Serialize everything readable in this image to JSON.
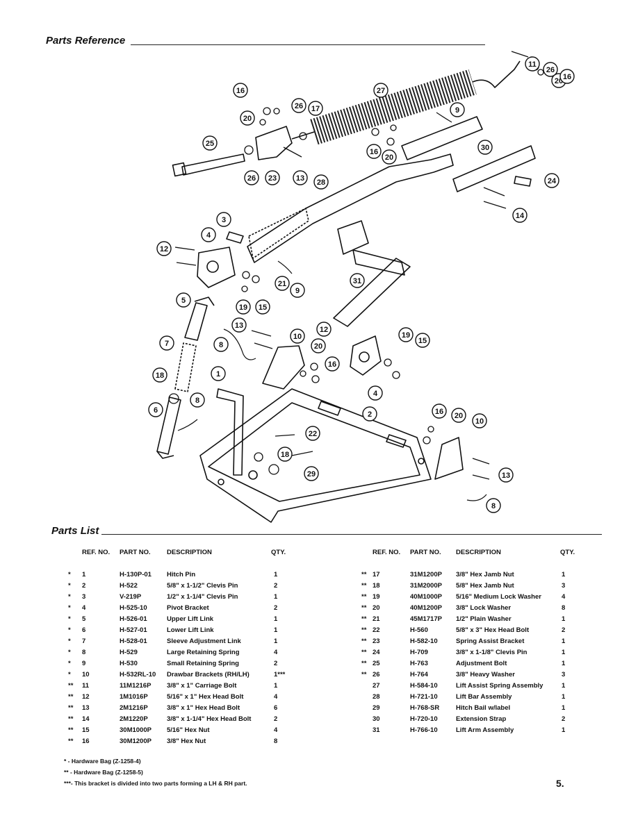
{
  "headings": {
    "reference": "Parts Reference",
    "list": "Parts List"
  },
  "columns": {
    "ref": "REF. NO.",
    "part": "PART NO.",
    "desc": "DESCRIPTION",
    "qty": "QTY."
  },
  "callouts": [
    "11",
    "26",
    "20",
    "16",
    "16",
    "26",
    "17",
    "20",
    "27",
    "9",
    "25",
    "16",
    "20",
    "30",
    "26",
    "23",
    "13",
    "28",
    "24",
    "14",
    "3",
    "4",
    "12",
    "21",
    "9",
    "31",
    "5",
    "19",
    "15",
    "13",
    "10",
    "20",
    "12",
    "19",
    "15",
    "8",
    "7",
    "16",
    "4",
    "18",
    "1",
    "6",
    "8",
    "2",
    "22",
    "18",
    "16",
    "20",
    "10",
    "29",
    "13",
    "8"
  ],
  "parts_left": [
    {
      "mark": "*",
      "ref": "1",
      "part": "H-130P-01",
      "desc": "Hitch Pin",
      "qty": "1"
    },
    {
      "mark": "*",
      "ref": "2",
      "part": "H-522",
      "desc": "5/8\" x 1-1/2\" Clevis Pin",
      "qty": "2"
    },
    {
      "mark": "*",
      "ref": "3",
      "part": "V-219P",
      "desc": "1/2\" x 1-1/4\" Clevis Pin",
      "qty": "1"
    },
    {
      "mark": "*",
      "ref": "4",
      "part": "H-525-10",
      "desc": "Pivot Bracket",
      "qty": "2"
    },
    {
      "mark": "*",
      "ref": "5",
      "part": "H-526-01",
      "desc": "Upper Lift Link",
      "qty": "1"
    },
    {
      "mark": "*",
      "ref": "6",
      "part": "H-527-01",
      "desc": "Lower Lift Link",
      "qty": "1"
    },
    {
      "mark": "*",
      "ref": "7",
      "part": "H-528-01",
      "desc": "Sleeve Adjustment Link",
      "qty": "1"
    },
    {
      "mark": "*",
      "ref": "8",
      "part": "H-529",
      "desc": "Large Retaining Spring",
      "qty": "4"
    },
    {
      "mark": "*",
      "ref": "9",
      "part": "H-530",
      "desc": "Small Retaining Spring",
      "qty": "2"
    },
    {
      "mark": "*",
      "ref": "10",
      "part": "H-532RL-10",
      "desc": "Drawbar Brackets (RH/LH)",
      "qty": "1***"
    },
    {
      "mark": "**",
      "ref": "11",
      "part": "11M1216P",
      "desc": "3/8\" x 1\" Carriage Bolt",
      "qty": "1"
    },
    {
      "mark": "**",
      "ref": "12",
      "part": "1M1016P",
      "desc": "5/16\" x 1\" Hex Head Bolt",
      "qty": "4"
    },
    {
      "mark": "**",
      "ref": "13",
      "part": "2M1216P",
      "desc": "3/8\" x 1\" Hex Head Bolt",
      "qty": "6"
    },
    {
      "mark": "**",
      "ref": "14",
      "part": "2M1220P",
      "desc": "3/8\" x 1-1/4\" Hex Head Bolt",
      "qty": "2"
    },
    {
      "mark": "**",
      "ref": "15",
      "part": "30M1000P",
      "desc": "5/16\" Hex Nut",
      "qty": "4"
    },
    {
      "mark": "**",
      "ref": "16",
      "part": "30M1200P",
      "desc": "3/8\" Hex Nut",
      "qty": "8"
    }
  ],
  "parts_right": [
    {
      "mark": "**",
      "ref": "17",
      "part": "31M1200P",
      "desc": "3/8\" Hex Jamb Nut",
      "qty": "1"
    },
    {
      "mark": "**",
      "ref": "18",
      "part": "31M2000P",
      "desc": "5/8\" Hex Jamb Nut",
      "qty": "3"
    },
    {
      "mark": "**",
      "ref": "19",
      "part": "40M1000P",
      "desc": "5/16\" Medium Lock Washer",
      "qty": "4"
    },
    {
      "mark": "**",
      "ref": "20",
      "part": "40M1200P",
      "desc": "3/8\" Lock Washer",
      "qty": "8"
    },
    {
      "mark": "**",
      "ref": "21",
      "part": "45M1717P",
      "desc": "1/2\" Plain Washer",
      "qty": "1"
    },
    {
      "mark": "**",
      "ref": "22",
      "part": "H-560",
      "desc": "5/8\" x 3\" Hex Head Bolt",
      "qty": "2"
    },
    {
      "mark": "**",
      "ref": "23",
      "part": "H-582-10",
      "desc": "Spring Assist Bracket",
      "qty": "1"
    },
    {
      "mark": "**",
      "ref": "24",
      "part": "H-709",
      "desc": "3/8\" x 1-1/8\" Clevis Pin",
      "qty": "1"
    },
    {
      "mark": "**",
      "ref": "25",
      "part": "H-763",
      "desc": "Adjustment Bolt",
      "qty": "1"
    },
    {
      "mark": "**",
      "ref": "26",
      "part": "H-764",
      "desc": "3/8\" Heavy Washer",
      "qty": "3"
    },
    {
      "mark": "",
      "ref": "27",
      "part": "H-584-10",
      "desc": "Lift Assist Spring Assembly",
      "qty": "1"
    },
    {
      "mark": "",
      "ref": "28",
      "part": "H-721-10",
      "desc": "Lift Bar Assembly",
      "qty": "1"
    },
    {
      "mark": "",
      "ref": "29",
      "part": "H-768-SR",
      "desc": "Hitch Bail w/label",
      "qty": "1"
    },
    {
      "mark": "",
      "ref": "30",
      "part": "H-720-10",
      "desc": "Extension Strap",
      "qty": "2"
    },
    {
      "mark": "",
      "ref": "31",
      "part": "H-766-10",
      "desc": "Lift Arm Assembly",
      "qty": "1"
    }
  ],
  "notes": {
    "n1": "* - Hardware Bag (Z-1258-4)",
    "n2": "** - Hardware Bag (Z-1258-5)",
    "n3": "***- This bracket is divided into two parts forming a LH & RH part."
  },
  "page_number": "5."
}
